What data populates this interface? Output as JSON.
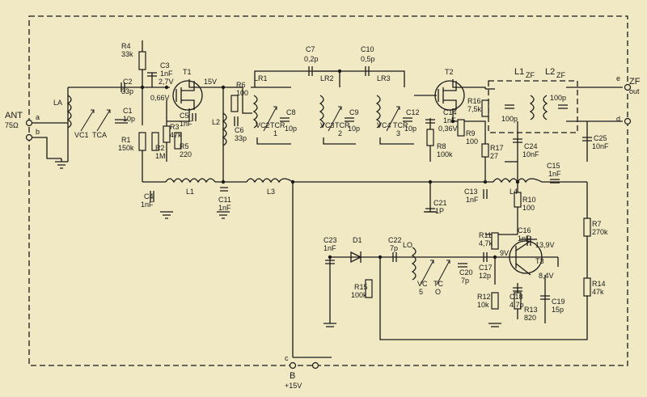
{
  "labels": {
    "ant": "ANT",
    "ant_imp": "75Ω",
    "ta": "a",
    "tb": "b",
    "tc": "c",
    "td": "d",
    "te": "e",
    "zf_top": "ZF",
    "zf_out": "out",
    "bus_b": "B",
    "supply": "+15V",
    "v15": "15V",
    "la": "LA",
    "vc1": "VC1",
    "tca": "TCA",
    "c1": "C1",
    "c1v": "10p",
    "c2": "C2",
    "c2v": "33p",
    "c3": "C3",
    "c3v": "1nF",
    "v27": "2,7V",
    "v066": "0,66V",
    "r1": "R1",
    "r1v": "150k",
    "r2": "R2",
    "r2v": "1M",
    "r3": "R3",
    "r3v": "47k",
    "r4": "R4",
    "r4v": "33k",
    "r5": "R5",
    "r5v": "220",
    "c5": "C5",
    "c5v": "1nF",
    "t1": "T1",
    "l2": "L2",
    "r6": "R6",
    "r6v": "100",
    "c6": "C6",
    "c6v": "33p",
    "c4": "C4",
    "c4v": "1nF",
    "l1": "L1",
    "c11": "C11",
    "c11v": "1nF",
    "l3": "L3",
    "c7": "C7",
    "c7v": "0,2p",
    "c10": "C10",
    "c10v": "0,5p",
    "lr1": "LR1",
    "lr2": "LR2",
    "lr3": "LR3",
    "vc2": "VC2",
    "vc3": "VC3",
    "vc4": "VC4",
    "tcr1": "TCR",
    "tcr1n": "1",
    "tcr2": "TCR",
    "tcr2n": "2",
    "tcr3": "TCR",
    "tcr3n": "3",
    "c8": "C8",
    "c8v": "10p",
    "c9": "C9",
    "c9v": "10p",
    "c12": "C12",
    "c12v": "10p",
    "t2": "T2",
    "c14": "C14",
    "c14v": "1nF",
    "v036": "0,36V",
    "r8": "R8",
    "r8v": "100k",
    "r9": "R9",
    "r9v": "100",
    "r16": "R16",
    "r16v": "7,5k",
    "r17": "R17",
    "r17v": "27",
    "l1zf": "L1",
    "l1zfs": "ZF",
    "l2zf": "L2",
    "l2zfs": "ZF",
    "c100a": "100p",
    "c100b": "100p",
    "c24": "C24",
    "c24v": "10nF",
    "c25": "C25",
    "c25v": "10nF",
    "c13": "C13",
    "c13v": "1nF",
    "l4": "L4",
    "c15": "C15",
    "c15v": "1nF",
    "c21": "C21",
    "c21v": "1P",
    "r10": "R10",
    "r10v": "100",
    "r7": "R7",
    "r7v": "270k",
    "r14": "R14",
    "r14v": "47k",
    "c23": "C23",
    "c23v": "1nF",
    "d1": "D1",
    "c22": "C22",
    "c22v": "7p",
    "lo": "LO",
    "vc5": "VC",
    "vc5n": "5",
    "tco": "TC",
    "tcon": "O",
    "c20": "C20",
    "c20v": "7p",
    "r15": "R15",
    "r15v": "100k",
    "r11": "R11",
    "r11v": "4,7k",
    "c16": "C16",
    "c16v": "1nF",
    "v139": "13,9V",
    "v9": "9V",
    "v84": "8,4V",
    "t3": "T3",
    "c17": "C17",
    "c17v": "12p",
    "c18": "C18",
    "c18v": "4,7p",
    "c19": "C19",
    "c19v": "15p",
    "r12": "R12",
    "r12v": "10k",
    "r13": "R13",
    "r13v": "820"
  }
}
